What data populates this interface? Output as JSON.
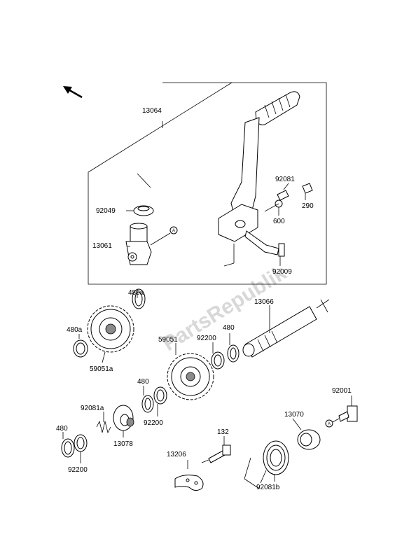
{
  "diagram": {
    "watermark": "PartsRepublik",
    "callout_marker": "A",
    "labels": {
      "p13064": "13064",
      "p92049": "92049",
      "p13061": "13061",
      "p92081": "92081",
      "p290": "290",
      "p600": "600",
      "p92009": "92009",
      "p480a_top": "480a",
      "p480a_left": "480a",
      "p59051a": "59051a",
      "p13066": "13066",
      "p480_mid": "480",
      "p92200_mid": "92200",
      "p59051": "59051",
      "p480_low": "480",
      "p92200_low": "92200",
      "p92081a": "92081a",
      "p13078": "13078",
      "p480_left": "480",
      "p92200_left": "92200",
      "p132": "132",
      "p13206": "13206",
      "p13070": "13070",
      "p92001": "92001",
      "p92081b": "92081b"
    }
  }
}
